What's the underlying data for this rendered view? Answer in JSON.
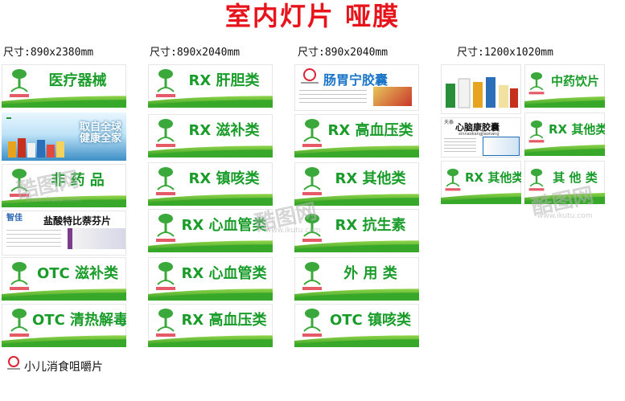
{
  "title": "室内灯片 哑膜",
  "sizes": [
    "尺寸:890x2380mm",
    "尺寸:890x2040mm",
    "尺寸:890x2040mm",
    "尺寸:1200x1020mm"
  ],
  "col1": {
    "card1": "医疗器械",
    "banner_small": "",
    "banner_line1": "取自全球",
    "banner_line2": "健康全家",
    "card2": "非 药 品",
    "prod_brand": "智佳",
    "prod_title": "盐酸特比萘芬片",
    "card3": "OTC 滋补类",
    "card4": "OTC 清热解毒",
    "plain": "小儿消食咀嚼片"
  },
  "col2": [
    "RX 肝胆类",
    "RX 滋补类",
    "RX 镇咳类",
    "RX 心血管类",
    "RX 心血管类",
    "RX 高血压类"
  ],
  "col3": {
    "prod_title": "肠胃宁胶囊",
    "cards": [
      "RX 高血压类",
      "RX 其他类",
      "RX 抗生素",
      "外 用 类",
      "OTC 镇咳类"
    ]
  },
  "col4": {
    "prod1_title": "",
    "prod2_prefix": "天泰",
    "prod2_title": "心脑康胶囊",
    "prod2_pinyin": "xinnaokangjiaonang",
    "right_cards": [
      "中药饮片",
      "RX 其他类",
      "其 他 类"
    ],
    "bottom_left": "RX 其他类"
  },
  "watermark": [
    "酷图网",
    "www.ikutu.com"
  ],
  "colors": {
    "title": "#e8141c",
    "green_text": "#1a9c2a",
    "wave": "#4cb82f"
  }
}
